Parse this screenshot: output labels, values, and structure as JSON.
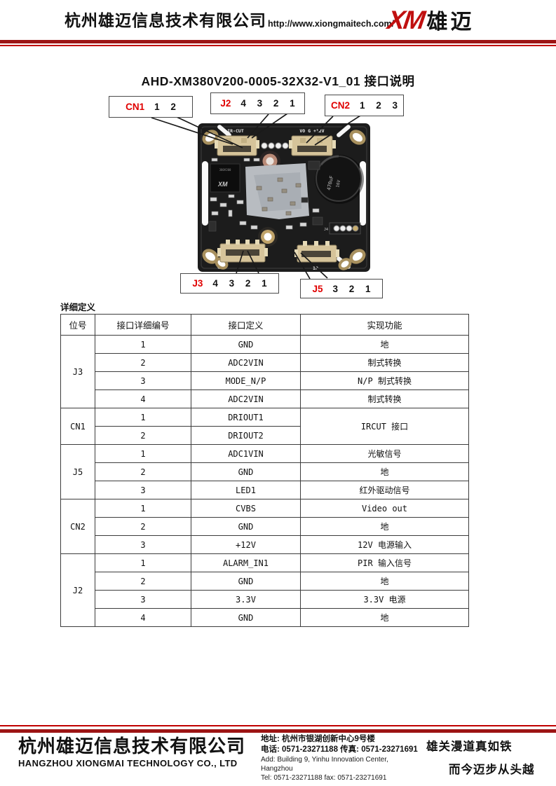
{
  "colors": {
    "accent_red": "#c00000",
    "dark_red": "#9c1414",
    "callout_red": "#e00000",
    "pcb_board": "#1c1c1c",
    "connector_tan": "#d6c49a",
    "mount_ring_gold": "#a8905e"
  },
  "header": {
    "company_cn": "杭州雄迈信息技术有限公司",
    "website": "http://www.xiongmaitech.com/",
    "logo_xm": "XM",
    "logo_cn": "雄迈"
  },
  "title": "AHD-XM380V200-0005-32X32-V1_01 接口说明",
  "figure": {
    "callouts": [
      {
        "id": "CN1",
        "pins": "1 2"
      },
      {
        "id": "J2",
        "pins": "4 3 2 1"
      },
      {
        "id": "CN2",
        "pins": "1 2 3"
      },
      {
        "id": "J3",
        "pins": "4 3 2 1"
      },
      {
        "id": "J5",
        "pins": "3 2 1"
      }
    ],
    "pcb": {
      "silk_top_left": "IR-CUT",
      "silk_top_right": "VO G +12V",
      "silk_bottom": "IR",
      "silk_j4": "J4",
      "chip_logo": "XM",
      "chip_marking": "380V200",
      "cap_value": "470uF",
      "cap_voltage": "16V"
    }
  },
  "table": {
    "section_label": "详细定义",
    "headers": [
      "位号",
      "接口详细编号",
      "接口定义",
      "实现功能"
    ],
    "groups": [
      {
        "ref": "J3",
        "rows": [
          [
            "1",
            "GND",
            "地"
          ],
          [
            "2",
            "ADC2VIN",
            "制式转换"
          ],
          [
            "3",
            "MODE_N/P",
            "N/P 制式转换"
          ],
          [
            "4",
            "ADC2VIN",
            "制式转换"
          ]
        ]
      },
      {
        "ref": "CN1",
        "merged_function": "IRCUT 接口",
        "rows": [
          [
            "1",
            "DRIOUT1"
          ],
          [
            "2",
            "DRIOUT2"
          ]
        ]
      },
      {
        "ref": "J5",
        "rows": [
          [
            "1",
            "ADC1VIN",
            "光敏信号"
          ],
          [
            "2",
            "GND",
            "地"
          ],
          [
            "3",
            "LED1",
            "红外驱动信号"
          ]
        ]
      },
      {
        "ref": "CN2",
        "rows": [
          [
            "1",
            "CVBS",
            "Video out"
          ],
          [
            "2",
            "GND",
            "地"
          ],
          [
            "3",
            "+12V",
            "12V 电源输入"
          ]
        ]
      },
      {
        "ref": "J2",
        "rows": [
          [
            "1",
            "ALARM_IN1",
            "PIR 输入信号"
          ],
          [
            "2",
            "GND",
            "地"
          ],
          [
            "3",
            "3.3V",
            "3.3V 电源"
          ],
          [
            "4",
            "GND",
            "地"
          ]
        ]
      }
    ]
  },
  "footer": {
    "company_cn": "杭州雄迈信息技术有限公司",
    "company_en": "HANGZHOU XIONGMAI TECHNOLOGY CO., LTD",
    "address_cn": "地址: 杭州市银湖创新中心9号楼",
    "phone_cn": "电话: 0571-23271188  传真: 0571-23271691",
    "address_en": "Add: Building 9, Yinhu Innovation Center, Hangzhou",
    "phone_en": "Tel: 0571-23271188  fax: 0571-23271691",
    "slogan_line1": "雄关漫道真如铁",
    "slogan_line2": "而今迈步从头越"
  }
}
